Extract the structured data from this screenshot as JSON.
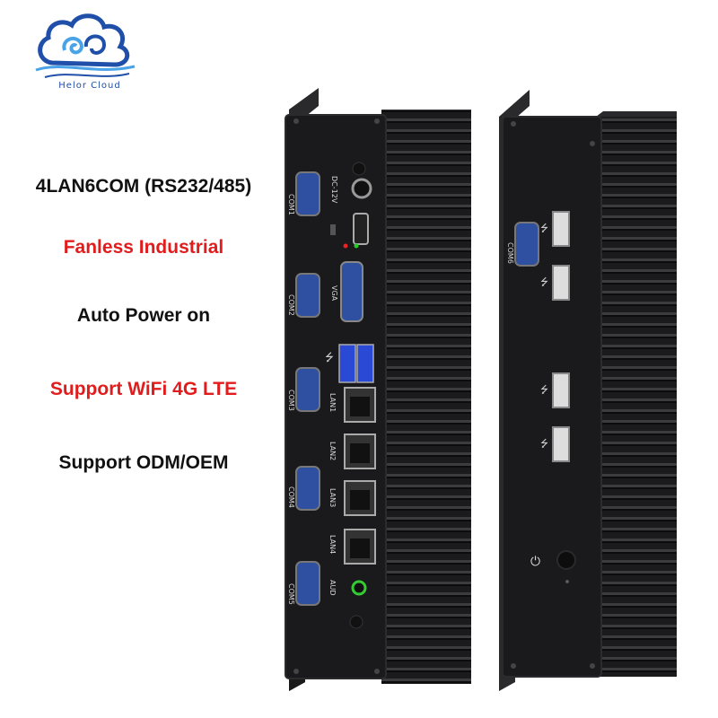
{
  "brand": {
    "name": "Helor Cloud",
    "colors": {
      "primary": "#1f4fa8",
      "light": "#4aa3e6"
    }
  },
  "features": [
    {
      "text": "4LAN6COM (RS232/485)",
      "color": "#111111"
    },
    {
      "text": "Fanless Industrial",
      "color": "#e21c1c"
    },
    {
      "text": "Auto Power on",
      "color": "#111111"
    },
    {
      "text": "Support WiFi 4G LTE",
      "color": "#e21c1c"
    },
    {
      "text": "Support ODM/OEM",
      "color": "#111111"
    }
  ],
  "front_panel": {
    "ports": {
      "com1": "COM1",
      "com2": "COM2",
      "com3": "COM3",
      "com4": "COM4",
      "com5": "COM5",
      "dc": "DC-12V",
      "vga": "VGA",
      "lan1": "LAN1",
      "lan2": "LAN2",
      "lan3": "LAN3",
      "lan4": "LAN4",
      "aud": "AUD"
    }
  },
  "back_panel": {
    "ports": {
      "com6": "COM6"
    }
  }
}
